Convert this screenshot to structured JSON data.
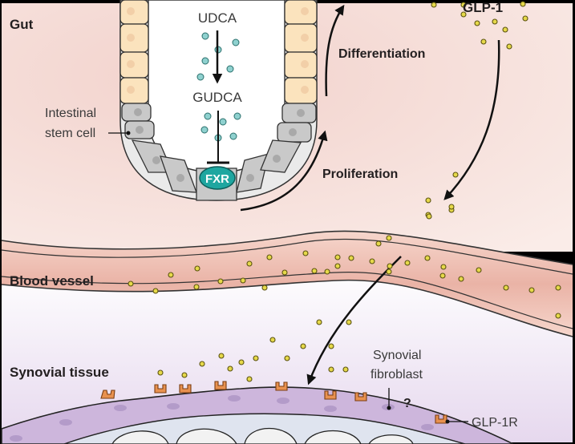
{
  "title": "Gut–joint axis: GUDCA–FXR signaling and GLP-1 action on synovial fibroblasts",
  "regions": {
    "gut": "Gut",
    "blood_vessel": "Blood vessel",
    "synovial_tissue": "Synovial tissue"
  },
  "molecules": {
    "udca": "UDCA",
    "gudca": "GUDCA",
    "fxr": "FXR",
    "glp1": "GLP-1",
    "glp1r": "GLP-1R"
  },
  "processes": {
    "differentiation": "Differentiation",
    "proliferation": "Proliferation"
  },
  "callouts": {
    "stem_cell_line1": "Intestinal",
    "stem_cell_line2": "stem cell",
    "fibroblast_line1": "Synovial",
    "fibroblast_line2": "fibroblast",
    "unknown": "?"
  },
  "colors": {
    "gut_bg": "#f7e3df",
    "crypt_lumen": "#ffffff",
    "enterocyte": "#fbe3bd",
    "stem_cell": "#c9c9c9",
    "fxr": "#1fa6a0",
    "bile_acid": "#8fd1cf",
    "glp1_dot": "#e6d94a",
    "vessel": "#f0c2b6",
    "synovial_bg": "#efe5f2",
    "fibroblast": "#cdb6dc",
    "receptor": "#e8914f"
  }
}
